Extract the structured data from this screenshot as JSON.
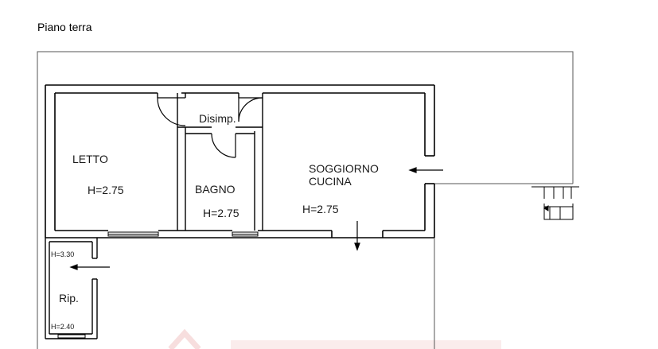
{
  "page": {
    "title": "Piano terra"
  },
  "rooms": {
    "letto": {
      "name": "LETTO",
      "height": "H=2.75"
    },
    "bagno": {
      "name": "BAGNO",
      "height": "H=2.75"
    },
    "disimpegno": {
      "name": "Disimp."
    },
    "soggiorno": {
      "name_line1": "SOGGIORNO",
      "name_line2": "CUCINA",
      "height": "H=2.75"
    },
    "ripostiglio": {
      "name": "Rip.",
      "height_top": "H=3.30",
      "height_bottom": "H=2.40"
    }
  },
  "colors": {
    "wall": "#000000",
    "line": "#4a4a4a",
    "watermark": "#f4d3d3"
  },
  "icons": {
    "entrance_arrow": "arrow-left-icon",
    "exit_arrow": "arrow-down-icon",
    "stair_symbol": "stairs-icon",
    "watermark": "watermark-logo"
  }
}
